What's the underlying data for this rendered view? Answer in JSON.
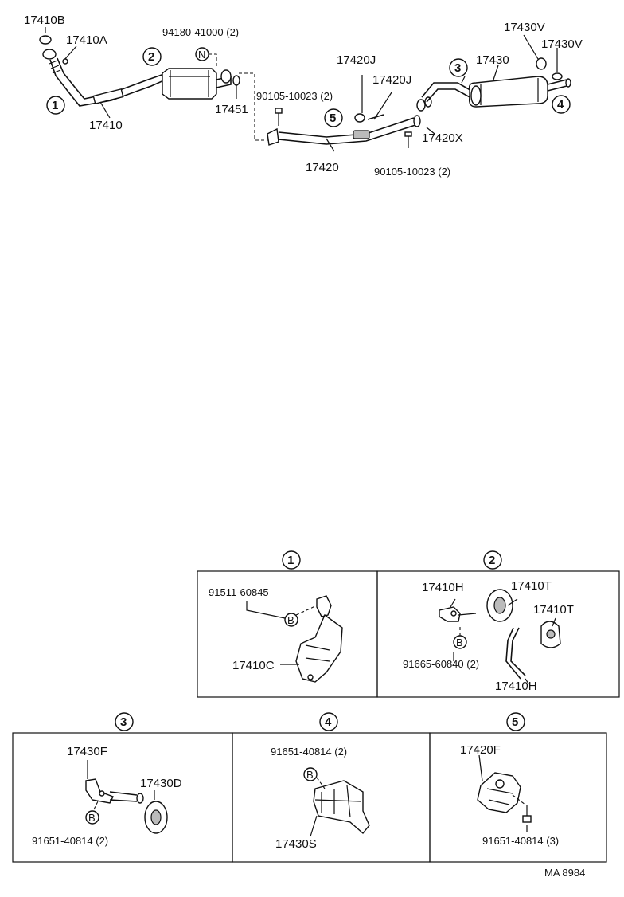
{
  "main": {
    "labels": {
      "p17410B": "17410B",
      "p17410A": "17410A",
      "p94180": "94180-41000 (2)",
      "p17430V_top": "17430V",
      "p17430V": "17430V",
      "p17430": "17430",
      "p17420J_a": "17420J",
      "p17420J_b": "17420J",
      "p17410": "17410",
      "p17451": "17451",
      "p90105_a": "90105-10023 (2)",
      "p17420X": "17420X",
      "p17420": "17420",
      "p90105_b": "90105-10023 (2)"
    },
    "callouts": [
      "1",
      "2",
      "3",
      "4",
      "5"
    ]
  },
  "details": {
    "d1": {
      "num": "1",
      "labels": {
        "bolt": "91511-60845",
        "bracket": "17410C",
        "b": "B"
      }
    },
    "d2": {
      "num": "2",
      "labels": {
        "h1": "17410H",
        "t1": "17410T",
        "t2": "17410T",
        "bolt": "91665-60840 (2)",
        "h2": "17410H",
        "b": "B"
      }
    },
    "d3": {
      "num": "3",
      "labels": {
        "f": "17430F",
        "d": "17430D",
        "bolt": "91651-40814 (2)",
        "b": "B"
      }
    },
    "d4": {
      "num": "4",
      "labels": {
        "bolt": "91651-40814 (2)",
        "s": "17430S",
        "b": "B"
      }
    },
    "d5": {
      "num": "5",
      "labels": {
        "f": "17420F",
        "bolt": "91651-40814 (3)"
      }
    }
  },
  "footer": {
    "code": "MA 8984"
  },
  "marker_letter": "N"
}
